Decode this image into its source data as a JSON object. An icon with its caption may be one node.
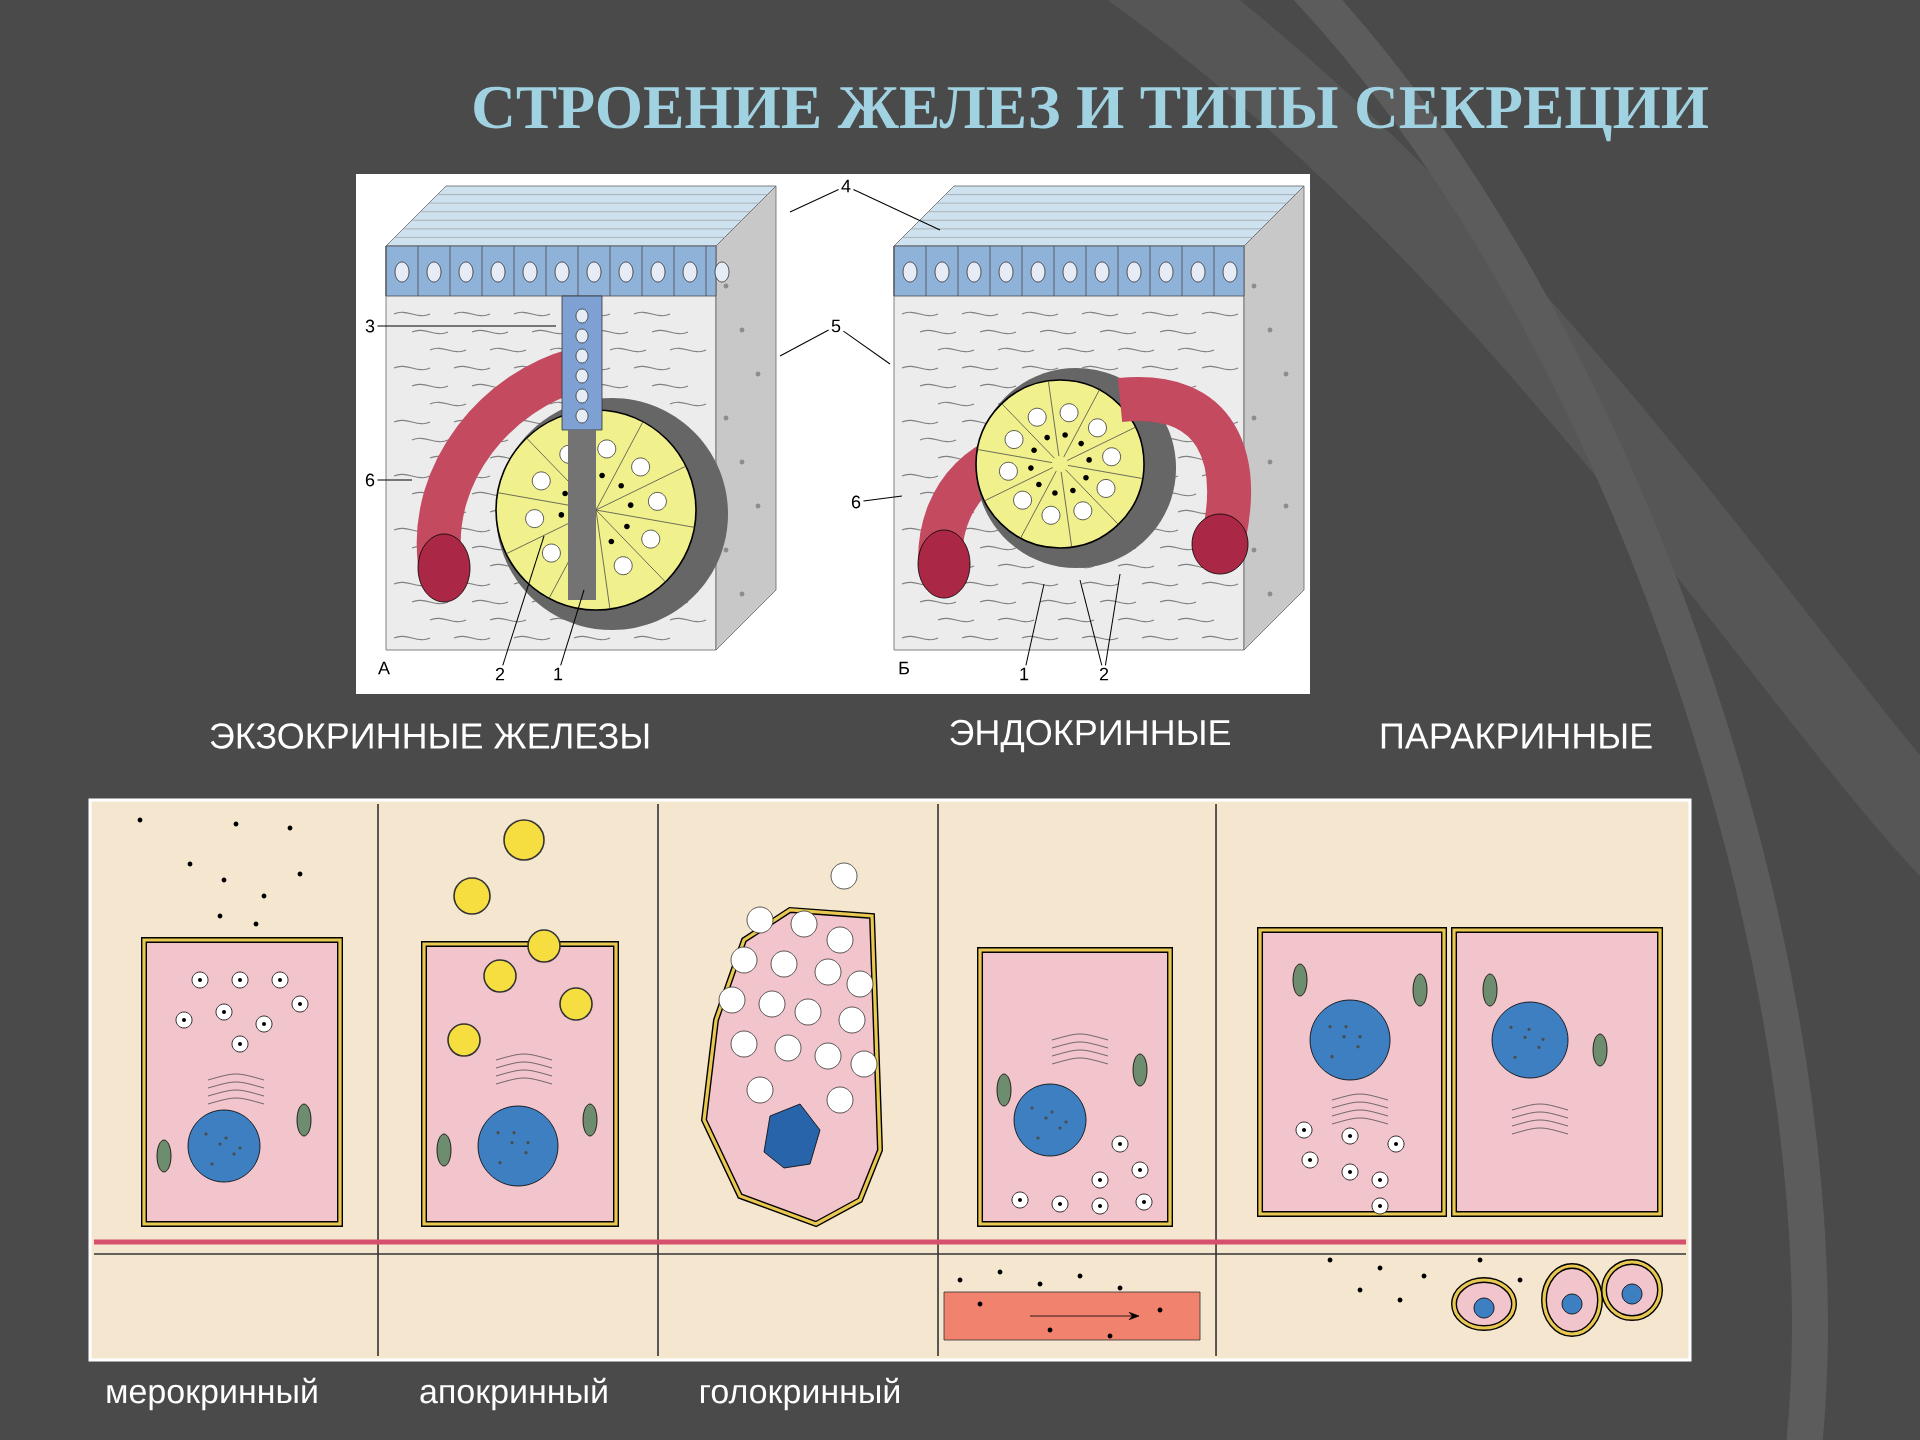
{
  "diagram": {
    "title": "СТРОЕНИЕ ЖЕЛЕЗ И ТИПЫ СЕКРЕЦИИ",
    "nodes": [
      {
        "text": [
          "4"
        ]
      },
      {
        "text": [
          "3"
        ]
      },
      {
        "text": [
          "5"
        ]
      },
      {
        "text": [
          "6"
        ]
      },
      {
        "text": [
          "6"
        ]
      },
      {
        "text": [
          "2"
        ]
      },
      {
        "text": [
          "1"
        ]
      },
      {
        "text": [
          "1"
        ]
      },
      {
        "text": [
          "2"
        ]
      }
    ],
    "edges": [
      {
        "from": 0,
        "to": null,
        "arrow": "none"
      },
      {
        "from": 0,
        "to": null,
        "arrow": "none"
      },
      {
        "from": 1,
        "to": null,
        "arrow": "none"
      },
      {
        "from": 2,
        "to": null,
        "arrow": "none"
      },
      {
        "from": 2,
        "to": null,
        "arrow": "none"
      },
      {
        "from": 3,
        "to": null,
        "arrow": "none"
      },
      {
        "from": 4,
        "to": null,
        "arrow": "none"
      },
      {
        "from": 5,
        "to": null,
        "arrow": "none"
      },
      {
        "from": 6,
        "to": null,
        "arrow": "none"
      },
      {
        "from": 7,
        "to": null,
        "arrow": "none"
      },
      {
        "from": 8,
        "to": null,
        "arrow": "none"
      },
      {
        "from": 8,
        "to": null,
        "arrow": "none"
      }
    ],
    "labels": [
      "А",
      "Б",
      "ЭКЗОКРИННЫЕ ЖЕЛЕЗЫ",
      "ЭНДОКРИННЫЕ",
      "ПАРАКРИННЫЕ",
      "мерокринный",
      "апокринный",
      "голокринный"
    ]
  }
}
